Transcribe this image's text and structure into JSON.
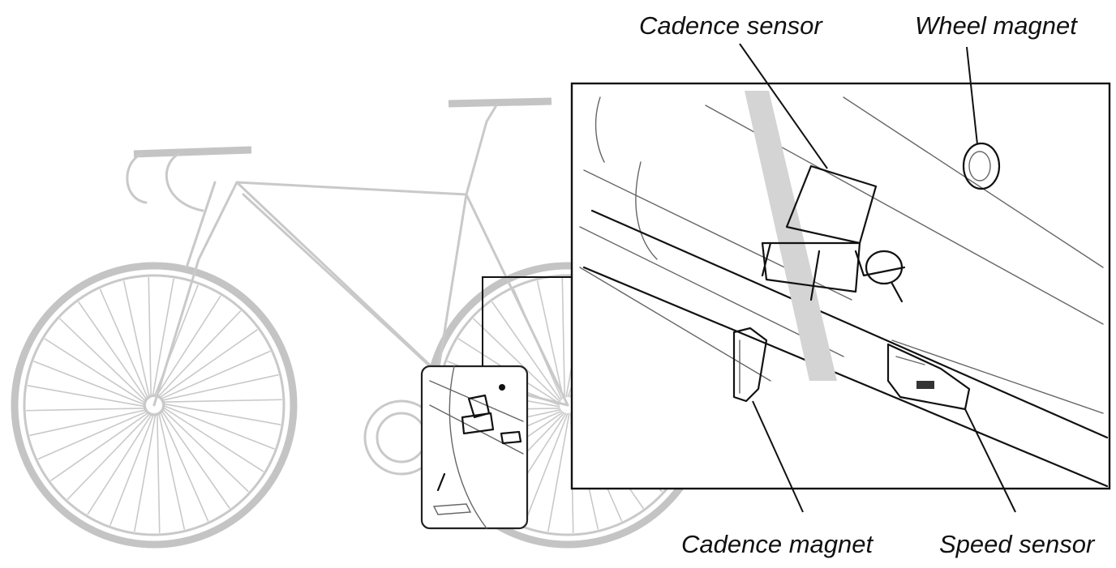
{
  "labels": {
    "cadence_sensor": "Cadence sensor",
    "wheel_magnet": "Wheel magnet",
    "cadence_magnet": "Cadence magnet",
    "speed_sensor": "Speed sensor"
  },
  "colors": {
    "bike_outline": "#c9c9c9",
    "ink": "#111111",
    "frame_band": "#d4d4d4"
  }
}
